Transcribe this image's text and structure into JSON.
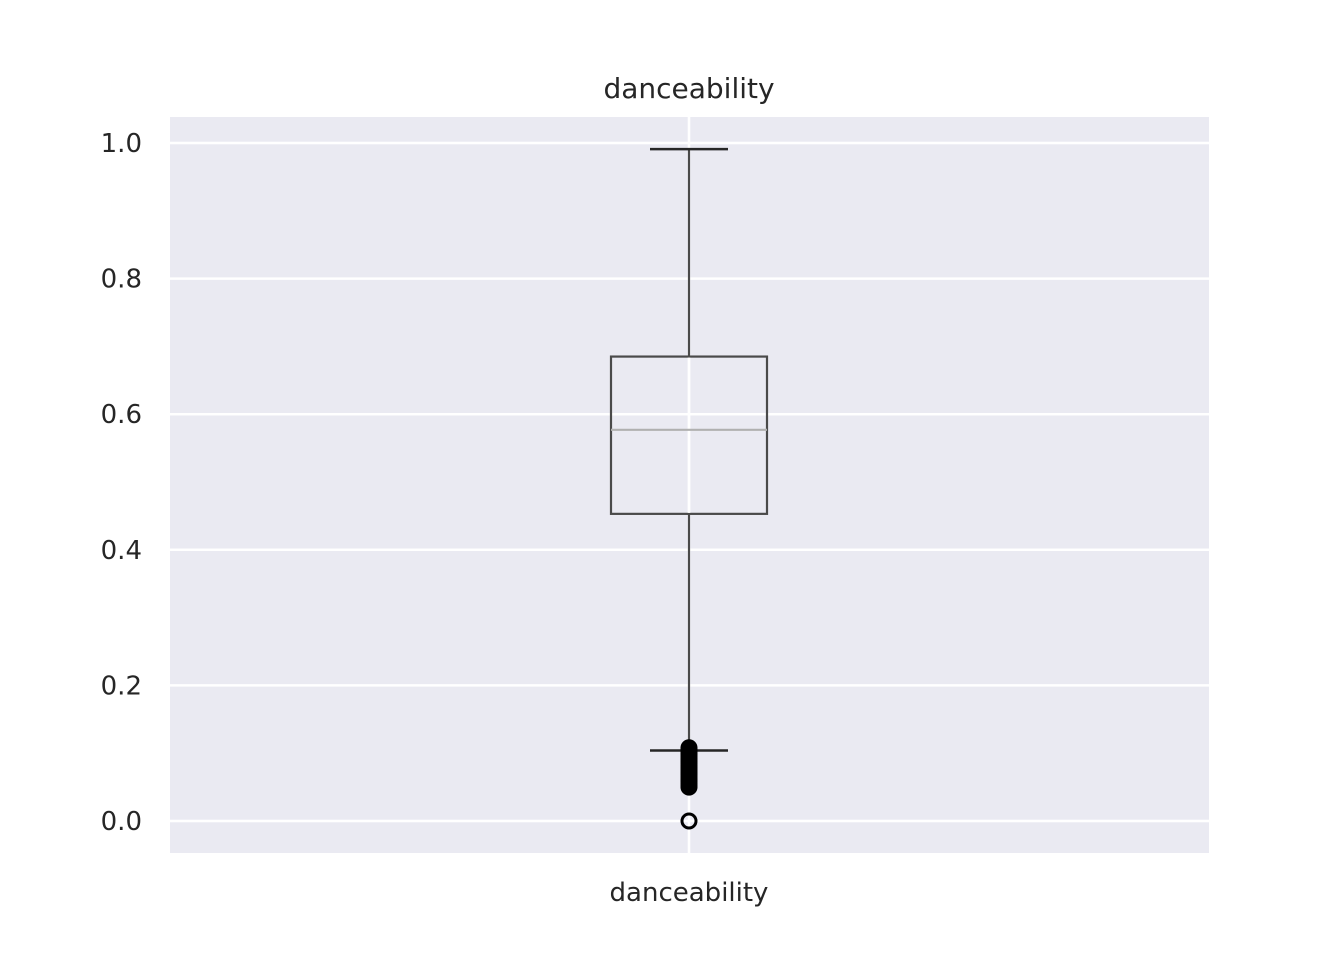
{
  "chart_data": {
    "type": "box",
    "title": "danceability",
    "categories": [
      "danceability"
    ],
    "box": {
      "whisker_low": 0.104,
      "q1": 0.453,
      "median": 0.577,
      "q3": 0.685,
      "whisker_high": 0.991
    },
    "outliers": [
      0.108,
      0.105,
      0.102,
      0.1,
      0.098,
      0.095,
      0.092,
      0.09,
      0.088,
      0.085,
      0.082,
      0.08,
      0.078,
      0.075,
      0.072,
      0.07,
      0.068,
      0.065,
      0.062,
      0.06,
      0.058,
      0.055,
      0.052,
      0.05,
      0.0
    ],
    "yticks": [
      "0.0",
      "0.2",
      "0.4",
      "0.6",
      "0.8",
      "1.0"
    ],
    "ytick_values": [
      0,
      0.2,
      0.4,
      0.6,
      0.8,
      1.0
    ],
    "ylim": [
      -0.046,
      1.04
    ],
    "grid": true,
    "colors": {
      "background": "#eaeaf2",
      "grid": "#ffffff",
      "box": "#4a4a4a",
      "median": "#b0b0b0",
      "outlier": "#000000"
    }
  }
}
